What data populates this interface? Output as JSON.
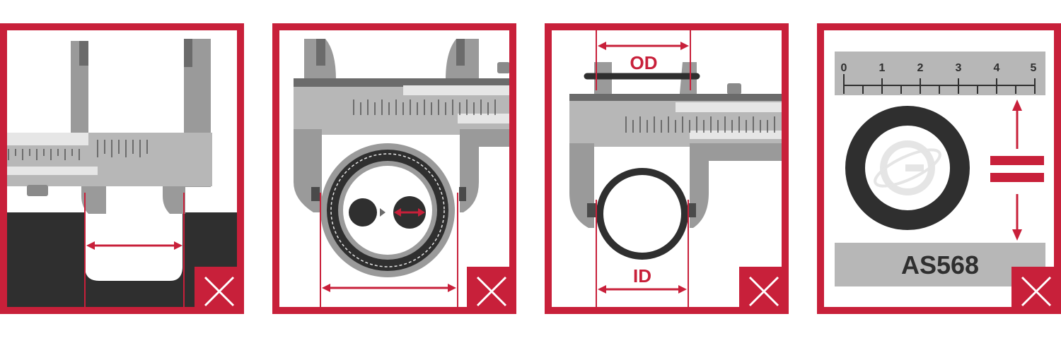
{
  "panels": [
    {
      "id": "panel-1",
      "mark": "✕"
    },
    {
      "id": "panel-2",
      "mark": "✕"
    },
    {
      "id": "panel-3",
      "mark": "✕",
      "od_label": "OD",
      "id_label": "ID"
    },
    {
      "id": "panel-4",
      "mark": "✕",
      "ruler_ticks": [
        "0",
        "1",
        "2",
        "3",
        "4",
        "5"
      ],
      "standard_label": "AS568"
    }
  ],
  "colors": {
    "frame": "#c8203a",
    "steel_light": "#b7b7b7",
    "steel_mid": "#9a9a9a",
    "steel_dark": "#6b6b6b",
    "highlight": "#e6e6e6",
    "dark": "#2f2f2f",
    "white": "#ffffff"
  },
  "icons": [
    "caliper-icon",
    "o-ring-icon",
    "ruler-icon",
    "close-icon",
    "double-arrow-icon",
    "equals-icon",
    "logo-icon"
  ]
}
